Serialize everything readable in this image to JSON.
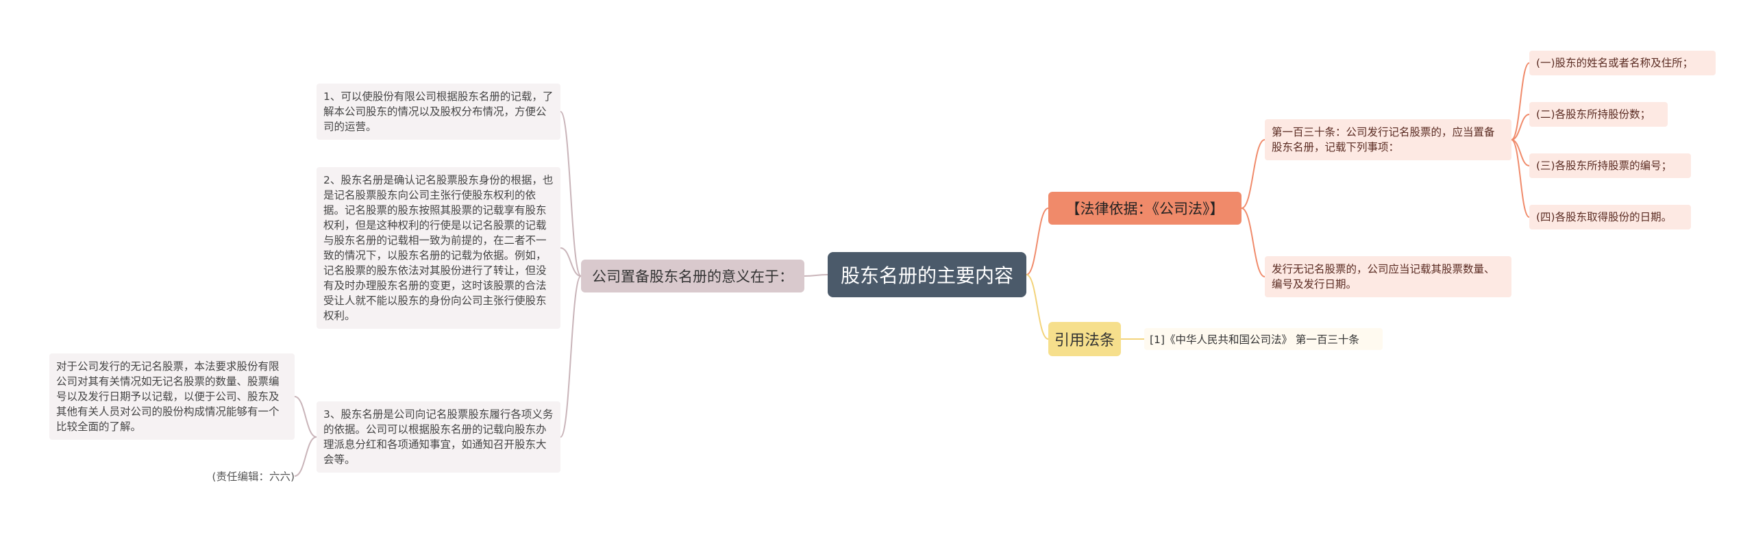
{
  "root": {
    "label": "股东名册的主要内容"
  },
  "significance": {
    "label": "公司置备股东名册的意义在于：",
    "items": [
      {
        "text": "1、可以使股份有限公司根据股东名册的记载，了解本公司股东的情况以及股权分布情况，方便公司的运营。"
      },
      {
        "text": "2、股东名册是确认记名股票股东身份的根据，也是记名股票股东向公司主张行使股东权利的依据。记名股票的股东按照其股票的记载享有股东权利，但是这种权利的行使是以记名股票的记载与股东名册的记载相一致为前提的，在二者不一致的情况下，以股东名册的记载为依据。例如，记名股票的股东依法对其股份进行了转让，但没有及时办理股东名册的变更，这时该股票的合法受让人就不能以股东的身份向公司主张行使股东权利。"
      },
      {
        "text": "3、股东名册是公司向记名股票股东履行各项义务的依据。公司可以根据股东名册的记载向股东办理派息分红和各项通知事宜，如通知召开股东大会等。",
        "children": [
          {
            "text": "对于公司发行的无记名股票，本法要求股份有限公司对其有关情况如无记名股票的数量、股票编号以及发行日期予以记载，以便于公司、股东及其他有关人员对公司的股份构成情况能够有一个比较全面的了解。"
          },
          {
            "text": "(责任编辑：六六)"
          }
        ]
      }
    ]
  },
  "legal_basis": {
    "label": "【法律依据：《公司法》】",
    "items": [
      {
        "text": "第一百三十条：公司发行记名股票的，应当置备股东名册，记载下列事项：",
        "children": [
          {
            "text": "(一)股东的姓名或者名称及住所；"
          },
          {
            "text": "(二)各股东所持股份数；"
          },
          {
            "text": "(三)各股东所持股票的编号；"
          },
          {
            "text": "(四)各股东取得股份的日期。"
          }
        ]
      },
      {
        "text": "发行无记名股票的，公司应当记载其股票数量、编号及发行日期。"
      }
    ]
  },
  "citation": {
    "label": "引用法条",
    "items": [
      {
        "text": "[1]《中华人民共和国公司法》 第一百三十条"
      }
    ]
  },
  "colors": {
    "root_bg": "#4b5a6a",
    "significance_bg": "#d9c9cd",
    "legal_bg": "#f08a6a",
    "citation_bg": "#f6df8c",
    "leaf_bg": "#f6f2f3",
    "leaf_red_bg": "#fde9e3",
    "line_gray": "#c9b4b9",
    "line_orange": "#f08a6a",
    "line_yellow": "#f3d37a"
  }
}
